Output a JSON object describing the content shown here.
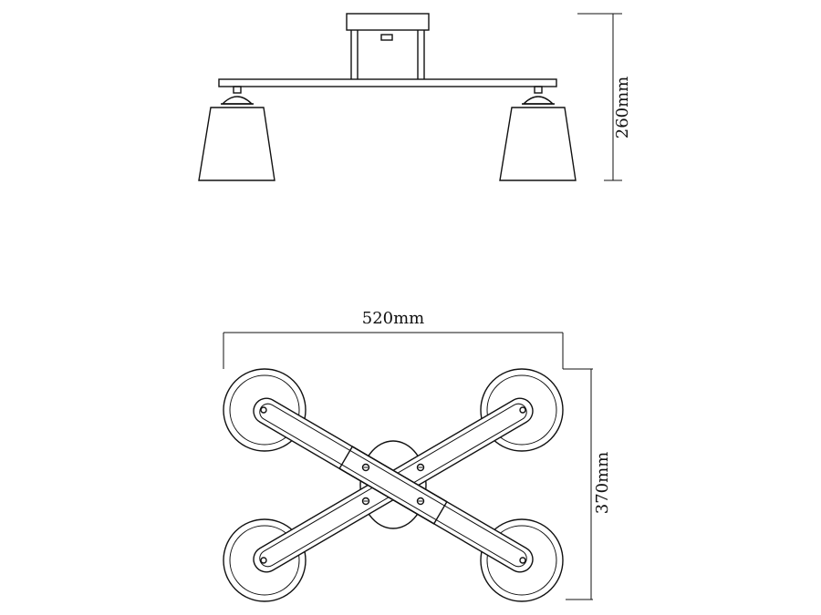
{
  "dimensions": {
    "height": "260mm",
    "width": "520mm",
    "depth": "370mm"
  },
  "colors": {
    "line": "#111111",
    "background": "#ffffff"
  }
}
